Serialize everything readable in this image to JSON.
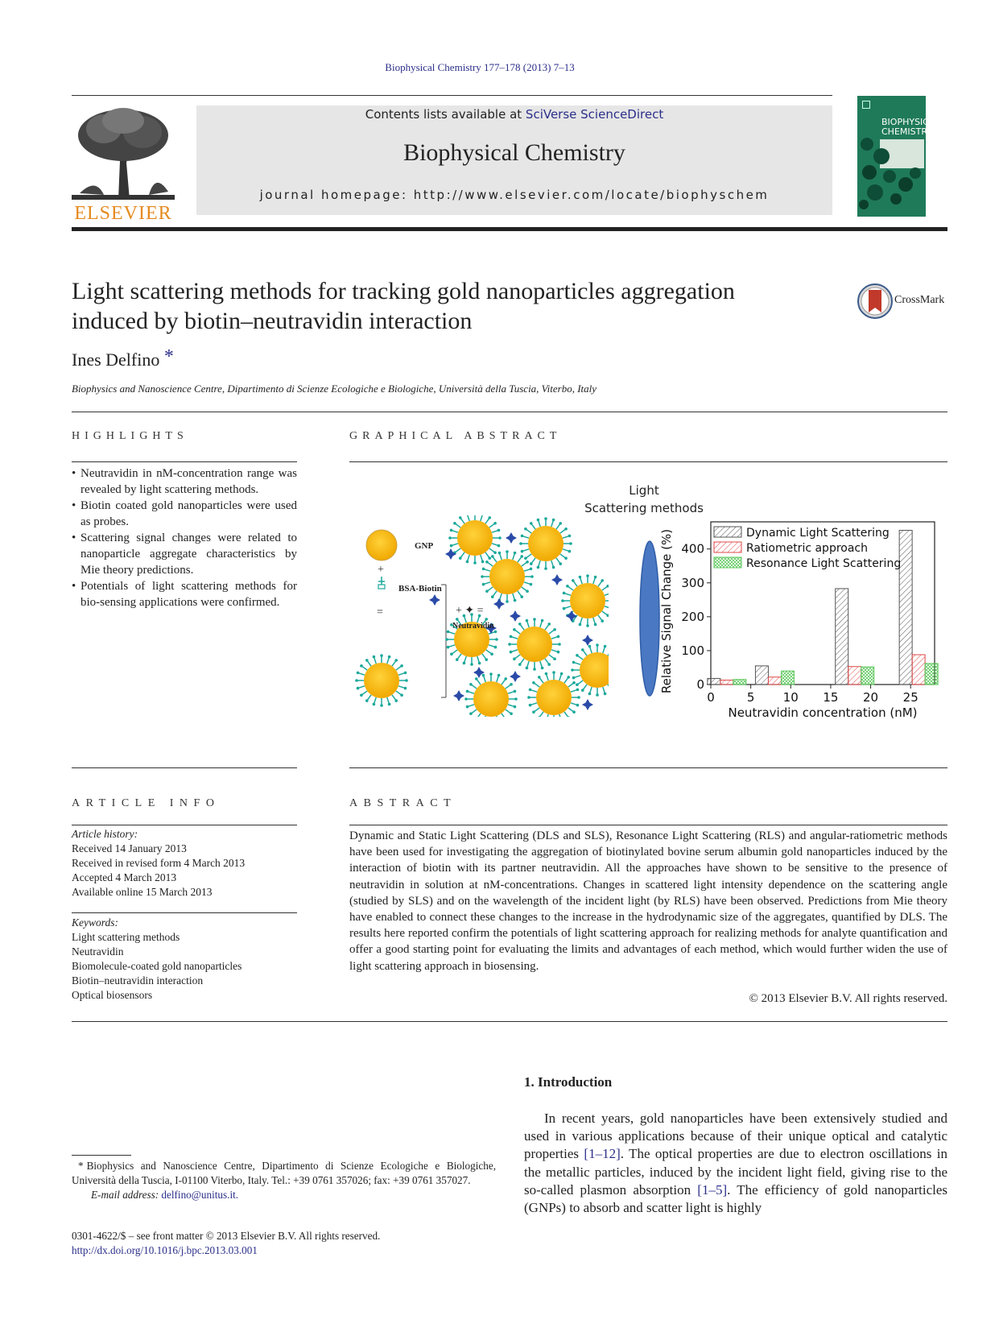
{
  "header": {
    "citation": "Biophysical Chemistry 177–178 (2013) 7–13",
    "contents_prefix": "Contents lists available at ",
    "contents_link": "SciVerse ScienceDirect",
    "journal_title": "Biophysical Chemistry",
    "homepage": "journal homepage: http://www.elsevier.com/locate/biophyschem",
    "publisher_logo": "ELSEVIER",
    "cover_title_line1": "BIOPHYSICAL",
    "cover_title_line2": "CHEMISTRY"
  },
  "article": {
    "title_line1": "Light scattering methods for tracking gold nanoparticles aggregation",
    "title_line2": "induced by biotin–neutravidin interaction",
    "author": "Ines Delfino",
    "author_mark": "*",
    "affiliation": "Biophysics and Nanoscience Centre, Dipartimento di Scienze Ecologiche e Biologiche, Università della Tuscia, Viterbo, Italy",
    "crossmark": "CrossMark"
  },
  "highlights": {
    "heading": "HIGHLIGHTS",
    "items": [
      "Neutravidin in nM-concentration range was revealed by light scattering methods.",
      "Biotin coated gold nanoparticles were used as probes.",
      "Scattering signal changes were related to nanoparticle aggregate characteristics by Mie theory predictions.",
      "Potentials of light scattering methods for bio-sensing applications were confirmed."
    ]
  },
  "graphical_abstract": {
    "heading": "GRAPHICAL ABSTRACT",
    "light_label_line1": "Light",
    "light_label_line2": "Scattering methods",
    "gnp_label": "GNP",
    "plus": "+",
    "bsa_label": "BSA-Biotin",
    "equals": "=",
    "neutravidin_eq": "+ ✦ =",
    "neutravidin_label": "Neutravidin"
  },
  "chart_data": {
    "type": "bar",
    "categories": [
      "2",
      "8",
      "18",
      "26"
    ],
    "series": [
      {
        "name": "Dynamic Light Scattering",
        "values": [
          18,
          55,
          283,
          455
        ],
        "color": "#555555",
        "pattern": "diagonal-hatch"
      },
      {
        "name": "Ratiometric approach",
        "values": [
          13,
          22,
          53,
          88
        ],
        "color": "#e04848",
        "pattern": "diagonal-hatch"
      },
      {
        "name": "Resonance Light Scattering",
        "values": [
          15,
          40,
          52,
          62
        ],
        "color": "#5cc85c",
        "pattern": "crosshatch"
      }
    ],
    "x_positions": [
      2,
      8,
      18,
      26
    ],
    "xlabel": "Neutravidin concentration (nM)",
    "ylabel": "Relative Signal Change (%)",
    "xlim": [
      0,
      28
    ],
    "ylim": [
      0,
      480
    ],
    "xticks": [
      "0",
      "5",
      "10",
      "15",
      "20",
      "25"
    ],
    "yticks": [
      "0",
      "100",
      "200",
      "300",
      "400"
    ],
    "legend_position": "top-right",
    "grid": false
  },
  "article_info": {
    "heading": "ARTICLE INFO",
    "history_label": "Article history:",
    "history": [
      "Received 14 January 2013",
      "Received in revised form 4 March 2013",
      "Accepted 4 March 2013",
      "Available online 15 March 2013"
    ],
    "keywords_label": "Keywords:",
    "keywords": [
      "Light scattering methods",
      "Neutravidin",
      "Biomolecule-coated gold nanoparticles",
      "Biotin–neutravidin interaction",
      "Optical biosensors"
    ]
  },
  "abstract": {
    "heading": "ABSTRACT",
    "text": "Dynamic and Static Light Scattering (DLS and SLS), Resonance Light Scattering (RLS) and angular-ratiometric methods have been used for investigating the aggregation of biotinylated bovine serum albumin gold nanoparticles induced by the interaction of biotin with its partner neutravidin. All the approaches have shown to be sensitive to the presence of neutravidin in solution at nM-concentrations. Changes in scattered light intensity dependence on the scattering angle (studied by SLS) and on the wavelength of the incident light (by RLS) have been observed. Predictions from Mie theory have enabled to connect these changes to the increase in the hydrodynamic size of the aggregates, quantified by DLS. The results here reported confirm the potentials of light scattering approach for realizing methods for analyte quantification and offer a good starting point for evaluating the limits and advantages of each method, which would further widen the use of light scattering approach in biosensing.",
    "copyright": "© 2013 Elsevier B.V. All rights reserved."
  },
  "footnote": {
    "mark": "*",
    "text": "Biophysics and Nanoscience Centre, Dipartimento di Scienze Ecologiche e Biologiche, Università della Tuscia, I-01100 Viterbo, Italy. Tel.: +39 0761 357026; fax: +39 0761 357027.",
    "email_label": "E-mail address: ",
    "email": "delfino@unitus.it.",
    "issn": "0301-4622/$ – see front matter © 2013 Elsevier B.V. All rights reserved.",
    "doi": "http://dx.doi.org/10.1016/j.bpc.2013.03.001"
  },
  "introduction": {
    "heading": "1. Introduction",
    "p1": "In recent years, gold nanoparticles have been extensively studied and used in various applications because of their unique optical and catalytic properties",
    "ref1": "[1–12]",
    "p2": ". The optical properties are due to electron oscillations in the metallic particles, induced by the incident light field, giving rise to the so-called plasmon absorption",
    "ref2": "[1–5]",
    "p3": ". The efficiency of gold nanoparticles (GNPs) to absorb and scatter light is highly"
  }
}
